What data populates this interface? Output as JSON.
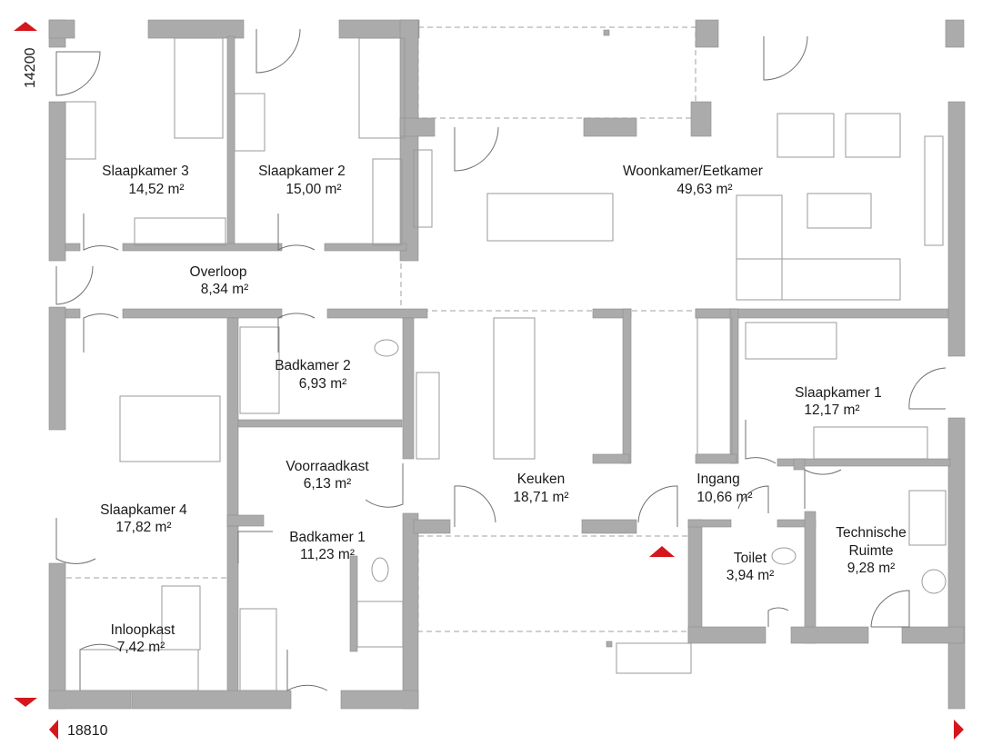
{
  "plan": {
    "dimensions": {
      "height": "14200",
      "width": "18810"
    },
    "accent_color": "#d4171c",
    "rooms": [
      {
        "name": "Slaapkamer 3",
        "area": "14,52 m²"
      },
      {
        "name": "Slaapkamer 2",
        "area": "15,00 m²"
      },
      {
        "name": "Woonkamer/Eetkamer",
        "area": "49,63 m²"
      },
      {
        "name": "Overloop",
        "area": "8,34 m²"
      },
      {
        "name": "Badkamer 2",
        "area": "6,93 m²"
      },
      {
        "name": "Slaapkamer 1",
        "area": "12,17 m²"
      },
      {
        "name": "Voorraadkast",
        "area": "6,13 m²"
      },
      {
        "name": "Keuken",
        "area": "18,71 m²"
      },
      {
        "name": "Ingang",
        "area": "10,66 m²"
      },
      {
        "name": "Slaapkamer 4",
        "area": "17,82 m²"
      },
      {
        "name": "Badkamer 1",
        "area": "11,23 m²"
      },
      {
        "name": "Toilet",
        "area": "3,94 m²"
      },
      {
        "name": "Technische",
        "area": "9,28 m²",
        "name2": "Ruimte"
      },
      {
        "name": "Inloopkast",
        "area": "7,42 m²"
      }
    ]
  }
}
